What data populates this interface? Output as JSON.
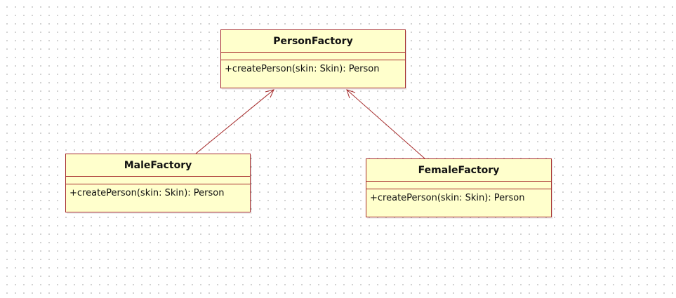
{
  "diagram": {
    "classes": [
      {
        "id": "person-factory",
        "name": "PersonFactory",
        "operations": [
          "+createPerson(skin: Skin): Person"
        ]
      },
      {
        "id": "male-factory",
        "name": "MaleFactory",
        "operations": [
          "+createPerson(skin: Skin): Person"
        ]
      },
      {
        "id": "female-factory",
        "name": "FemaleFactory",
        "operations": [
          "+createPerson(skin: Skin): Person"
        ]
      }
    ],
    "relationships": [
      {
        "type": "generalization",
        "from": "male-factory",
        "to": "person-factory"
      },
      {
        "type": "generalization",
        "from": "female-factory",
        "to": "person-factory"
      }
    ],
    "colors": {
      "class_fill": "#ffffcc",
      "class_border": "#a52a2a",
      "connector": "#a52a2a"
    }
  }
}
